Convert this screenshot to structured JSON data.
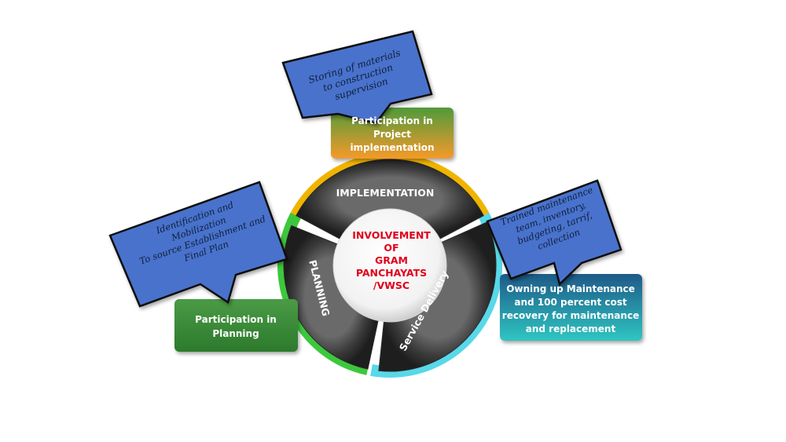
{
  "diagram": {
    "center": {
      "lines": [
        "INVOLVEMENT",
        "OF",
        "GRAM",
        "PANCHAYATS",
        "/VWSC"
      ],
      "color": "#e0001a"
    },
    "segments": [
      {
        "id": "implementation",
        "label": "IMPLEMENTATION",
        "accent": "#f0b400"
      },
      {
        "id": "planning",
        "label": "PLANNING",
        "accent": "#3cc83c"
      },
      {
        "id": "service-delivery",
        "label": "Service Delivery",
        "accent": "#58d8e8"
      }
    ],
    "boxes": [
      {
        "id": "project-implementation",
        "lines": [
          "Participation in",
          "Project",
          "implementation"
        ],
        "top_color": "#4f9a3a",
        "bottom_color": "#f59a2a"
      },
      {
        "id": "planning",
        "lines": [
          "Participation in",
          "Planning"
        ],
        "top_color": "#3d8a3a",
        "bottom_color": "#2f7a2e"
      },
      {
        "id": "maintenance",
        "lines": [
          "Owning up Maintenance",
          "and 100 percent cost",
          "recovery for maintenance",
          "and replacement"
        ],
        "top_color": "#1f5f8a",
        "bottom_color": "#2ec4c4"
      }
    ],
    "callouts": [
      {
        "id": "construction",
        "lines": [
          "Storing of materials",
          "to construction",
          "supervision"
        ],
        "fill": "#4a72cc"
      },
      {
        "id": "planning",
        "lines": [
          "Identification and",
          "Mobilization",
          "To source Establishment and",
          "Final Plan"
        ],
        "fill": "#4a72cc"
      },
      {
        "id": "maintenance",
        "lines": [
          "Trained maintenance",
          "team, inventory,",
          "budgeting, tarrif,",
          "collection"
        ],
        "fill": "#4a72cc"
      }
    ]
  }
}
